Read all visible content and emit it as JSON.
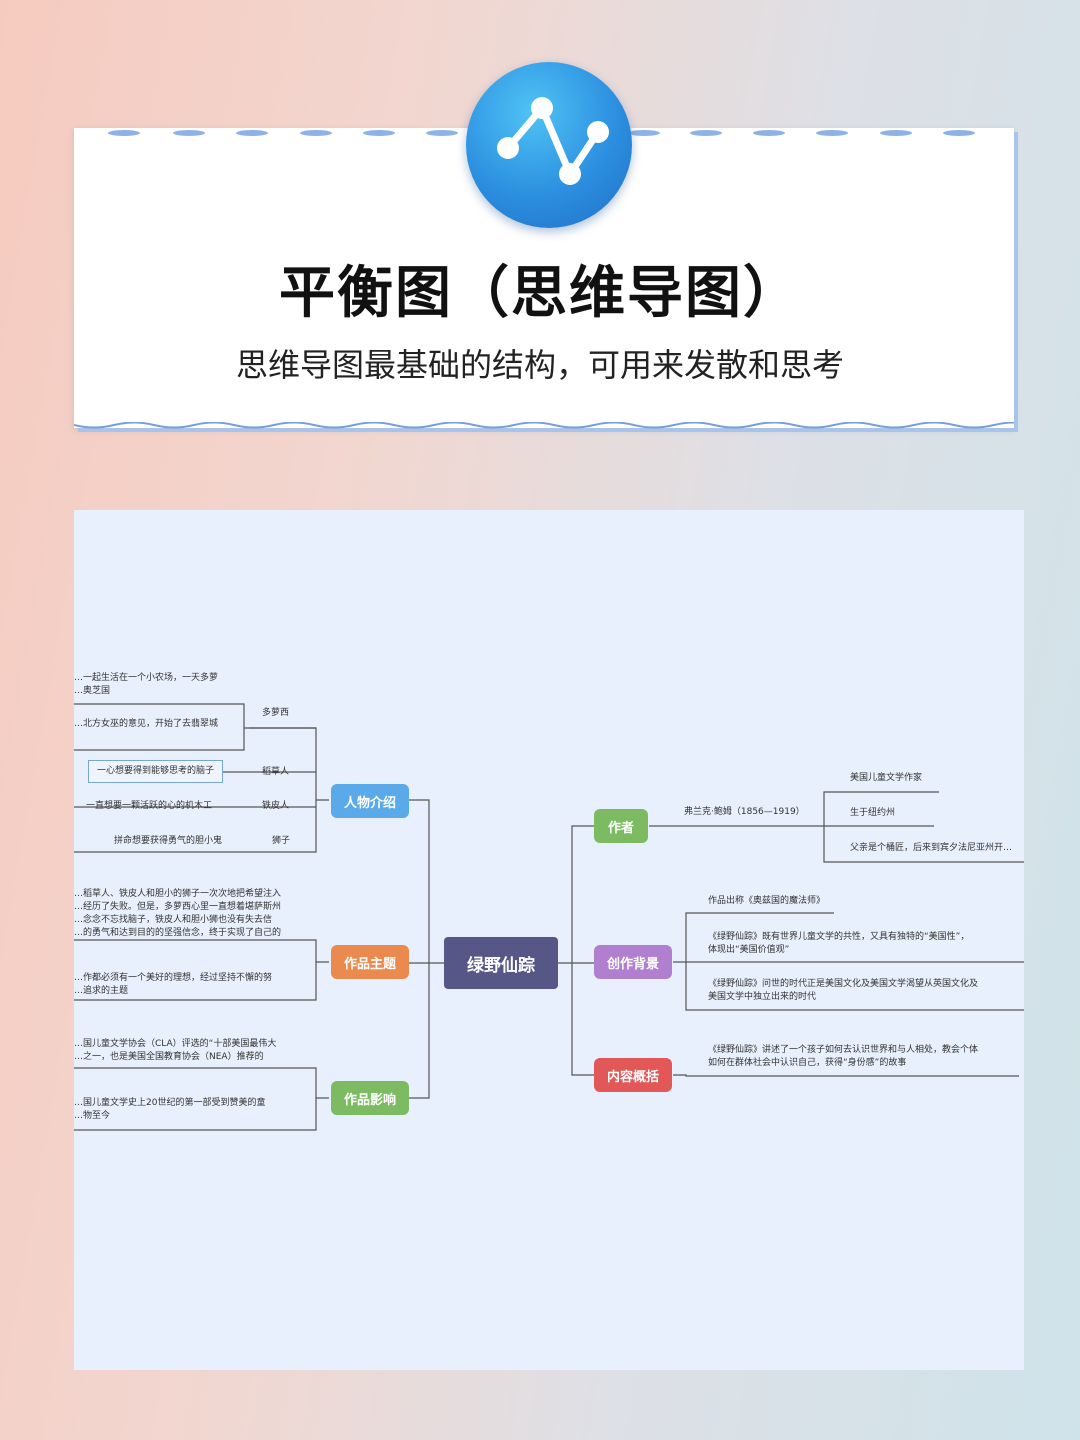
{
  "header": {
    "title": "平衡图（思维导图）",
    "subtitle": "思维导图最基础的结构，可用来发散和思考",
    "logo_icon": "chart-line-nodes-icon"
  },
  "colors": {
    "center": "#565787",
    "people": "#5aa9e8",
    "theme": "#ea8a4f",
    "impact": "#7dbb62",
    "author": "#7dbb62",
    "background": "#b07fcf",
    "summary": "#e25757"
  },
  "mindmap": {
    "center": "绿野仙踪",
    "left": [
      {
        "label": "人物介绍",
        "children": [
          {
            "name": "多萝西",
            "detail": [
              "…一起生活在一个小农场，一天多萝",
              "…奥芝国"
            ],
            "detail2": "…北方女巫的意见，开始了去翡翠城"
          },
          {
            "name": "稻草人",
            "detail": [
              "一心想要得到能够思考的脑子"
            ]
          },
          {
            "name": "铁皮人",
            "detail": [
              "一直想要一颗活跃的心的机木工"
            ]
          },
          {
            "name": "狮子",
            "detail": [
              "拼命想要获得勇气的胆小鬼"
            ]
          }
        ]
      },
      {
        "label": "作品主题",
        "children": [
          {
            "detail": [
              "…稻草人、铁皮人和胆小的狮子一次次地把希望注入",
              "…经历了失败。但是，多萝西心里一直想着堪萨斯州",
              "…念念不忘找脑子，铁皮人和胆小狮也没有失去信",
              "…的勇气和达到目的的坚强信念，终于实现了自己的"
            ]
          },
          {
            "detail": [
              "…作都必须有一个美好的理想，经过坚持不懈的努",
              "…追求的主题"
            ]
          }
        ]
      },
      {
        "label": "作品影响",
        "children": [
          {
            "detail": [
              "…国儿童文学协会（CLA）评选的“十部美国最伟大",
              "…之一，也是美国全国教育协会（NEA）推荐的"
            ]
          },
          {
            "detail": [
              "…国儿童文学史上20世纪的第一部受到赞美的童",
              "…物至今"
            ]
          }
        ]
      }
    ],
    "right": [
      {
        "label": "作者",
        "children": [
          {
            "detail": [
              "弗兰克·鲍姆（1856—1919）"
            ]
          },
          {
            "detail": [
              "美国儿童文学作家"
            ]
          },
          {
            "detail": [
              "生于纽约州"
            ]
          },
          {
            "detail": [
              "父亲是个桶匠，后来到宾夕法尼亚州开…"
            ]
          }
        ]
      },
      {
        "label": "创作背景",
        "children": [
          {
            "detail": [
              "作品出称《奥兹国的魔法师》"
            ]
          },
          {
            "detail": [
              "《绿野仙踪》既有世界儿童文学的共性，又具有独特的“美国性”，",
              "体现出“美国价值观”"
            ]
          },
          {
            "detail": [
              "《绿野仙踪》问世的时代正是美国文化及美国文学渴望从英国文化及",
              "美国文学中独立出来的时代"
            ]
          }
        ]
      },
      {
        "label": "内容概括",
        "children": [
          {
            "detail": [
              "《绿野仙踪》讲述了一个孩子如何去认识世界和与人相处，教会个体",
              "如何在群体社会中认识自己，获得“身份感”的故事"
            ]
          }
        ]
      }
    ]
  }
}
